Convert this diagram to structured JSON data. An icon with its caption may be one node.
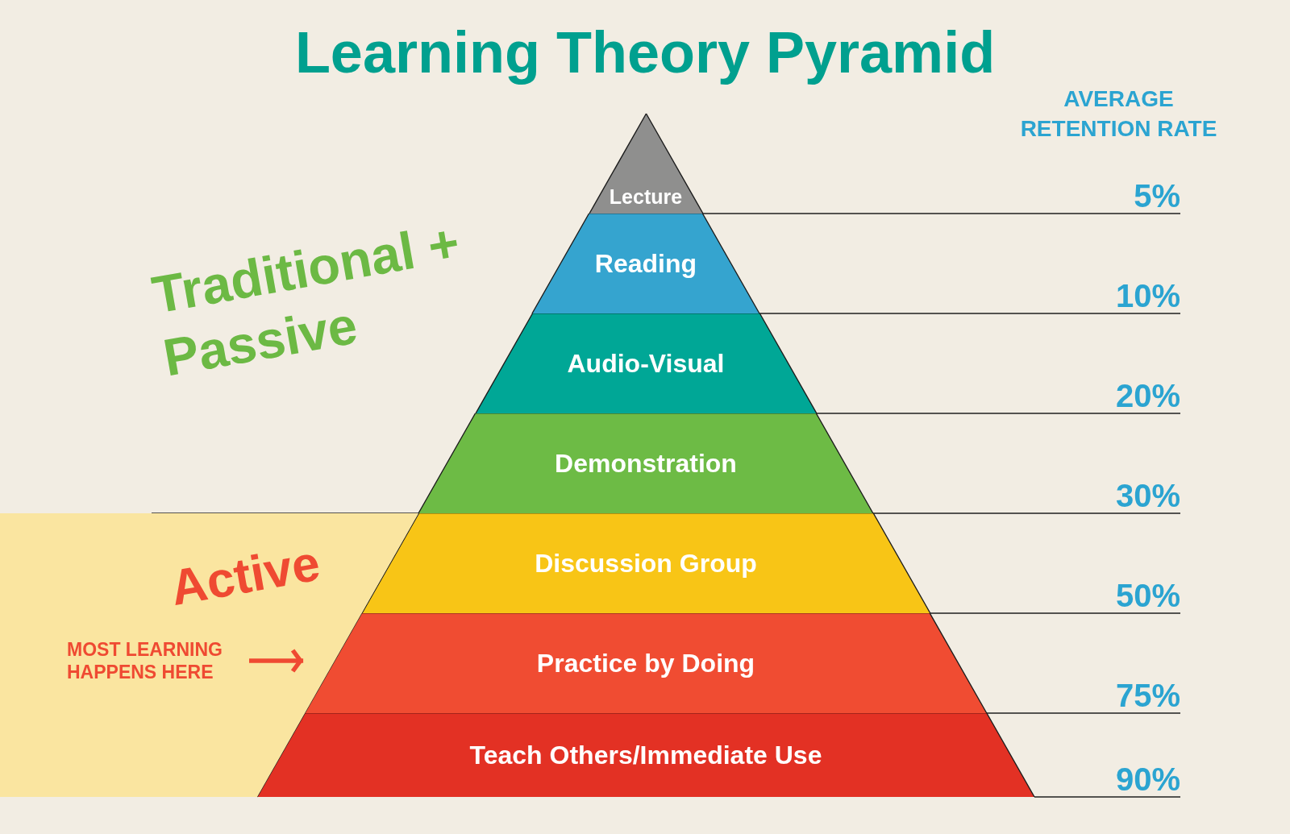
{
  "diagram": {
    "title": "Learning Theory Pyramid",
    "nodes": [
      {
        "text": [
          "Lecture"
        ]
      },
      {
        "text": [
          "Reading"
        ]
      },
      {
        "text": [
          "Audio-Visual"
        ]
      },
      {
        "text": [
          "Demonstration"
        ]
      },
      {
        "text": [
          "Discussion Group"
        ]
      },
      {
        "text": [
          "Practice by Doing"
        ]
      },
      {
        "text": [
          "Teach Others/Immediate Use"
        ]
      },
      {
        "text": [
          "Active"
        ]
      },
      {
        "text": [
          "MOST LEARNING HAPPENS HERE"
        ],
        "in": 7
      }
    ],
    "edges": [
      {
        "from": 8,
        "to": 5,
        "arrow": "to"
      }
    ],
    "labels": [
      "AVERAGE RETENTION RATE",
      "5%",
      "10%",
      "20%",
      "30%",
      "50%",
      "75%",
      "90%",
      "Traditional + Passive"
    ]
  }
}
